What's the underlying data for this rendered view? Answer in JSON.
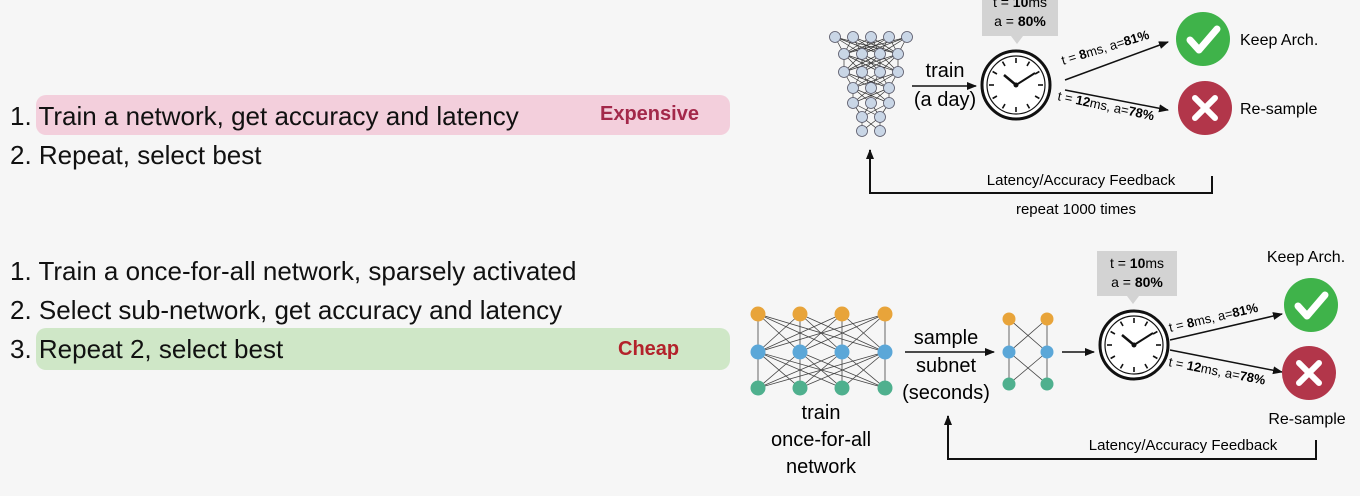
{
  "top_panel": {
    "steps": [
      "1. Train a network, get accuracy and latency",
      "2. Repeat, select best"
    ],
    "badge": "Expensive",
    "train_line1": "train",
    "train_line2": "(a day)",
    "bubble_line1_pre": "t = ",
    "bubble_line1_val": "10",
    "bubble_line1_unit": "ms",
    "bubble_line2_pre": "a = ",
    "bubble_line2_val": "80%",
    "upper_branch": {
      "t_pre": "t = ",
      "t_val": "8",
      "t_unit": "ms, a=",
      "a_val": "81%"
    },
    "lower_branch": {
      "t_pre": "t = ",
      "t_val": "12",
      "t_unit": "ms, a=",
      "a_val": "78%"
    },
    "keep_label": "Keep Arch.",
    "resample_label": "Re-sample",
    "feedback_label": "Latency/Accuracy Feedback",
    "repeat_label": "repeat 1000 times"
  },
  "bottom_panel": {
    "steps": [
      "1. Train a once-for-all network, sparsely activated",
      "2. Select sub-network, get accuracy and latency",
      "3. Repeat 2, select best"
    ],
    "badge": "Cheap",
    "network_label_1": "train",
    "network_label_2": "once-for-all",
    "network_label_3": "network",
    "sample_line1": "sample",
    "sample_line2": "subnet",
    "sample_line3": "(seconds)",
    "bubble_line1_pre": "t = ",
    "bubble_line1_val": "10",
    "bubble_line1_unit": "ms",
    "bubble_line2_pre": "a = ",
    "bubble_line2_val": "80%",
    "upper_branch": {
      "t_pre": "t = ",
      "t_val": "8",
      "t_unit": "ms, a=",
      "a_val": "81%"
    },
    "lower_branch": {
      "t_pre": "t = ",
      "t_val": "12",
      "t_unit": "ms, a=",
      "a_val": "78%"
    },
    "keep_label": "Keep Arch.",
    "resample_label": "Re-sample",
    "feedback_label": "Latency/Accuracy Feedback"
  },
  "colors": {
    "node_gray": "#c9d6e6",
    "node_orange": "#e8a43a",
    "node_blue": "#5ba7d8",
    "node_teal": "#4fb08e",
    "check_green": "#3fb34a",
    "cross_red": "#b2364a",
    "bubble_gray": "#d3d3d3"
  },
  "icons": [
    "clock-icon",
    "check-icon",
    "cross-icon"
  ]
}
